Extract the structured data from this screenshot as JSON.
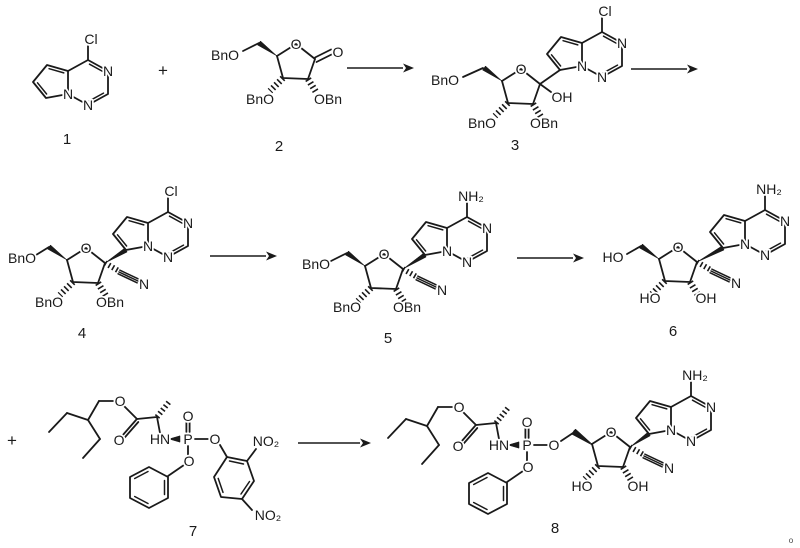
{
  "scheme": {
    "background_color": "#ffffff",
    "ink_color": "#1a1a1a",
    "rows": 3,
    "arrows": 5
  },
  "glyphs": {
    "plus": "+",
    "N": "N",
    "O": "O",
    "P": "P",
    "Cl": "Cl",
    "OH": "OH",
    "HO": "HO",
    "HN": "HN",
    "BnO": "BnO",
    "OBn": "OBn",
    "NH2": "NH₂",
    "NO2": "NO₂"
  },
  "compounds": {
    "c1": {
      "number": "1",
      "substituent": "Cl"
    },
    "c2": {
      "number": "2"
    },
    "c3": {
      "number": "3",
      "substituent": "Cl"
    },
    "c4": {
      "number": "4",
      "substituent": "Cl"
    },
    "c5": {
      "number": "5",
      "substituent": "NH₂"
    },
    "c6": {
      "number": "6",
      "substituent": "NH₂"
    },
    "c7": {
      "number": "7"
    },
    "c8": {
      "number": "8",
      "substituent": "NH₂"
    }
  },
  "footnote_mark": "o"
}
